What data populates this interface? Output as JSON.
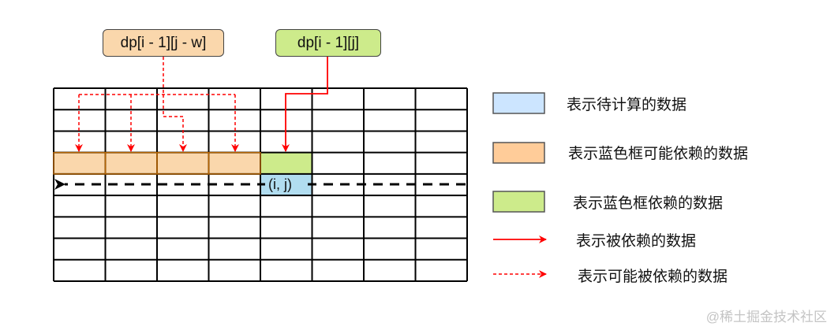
{
  "labels": {
    "prev_row_minus_w": "dp[i - 1][j - w]",
    "prev_row_same_col": "dp[i - 1][j]",
    "current_cell": "(i, j)"
  },
  "grid": {
    "rows": 9,
    "cols": 8,
    "orange_row": 3,
    "orange_cols": [
      0,
      1,
      2,
      3
    ],
    "green_cell": [
      3,
      4
    ],
    "blue_cell": [
      4,
      4
    ]
  },
  "legend": [
    {
      "type": "swatch",
      "color": "#cce5ff",
      "text": "表示待计算的数据"
    },
    {
      "type": "swatch",
      "color": "#ffcc99",
      "text": "表示蓝色框可能依赖的数据"
    },
    {
      "type": "swatch",
      "color": "#cdeb8b",
      "text": "表示蓝色框依赖的数据"
    },
    {
      "type": "solid-arrow",
      "color": "#ff0000",
      "text": "表示被依赖的数据"
    },
    {
      "type": "dashed-arrow",
      "color": "#ff0000",
      "text": "表示可能被依赖的数据"
    }
  ],
  "colors": {
    "orange": "#fad7ac",
    "green": "#cdeb8b",
    "blue": "#b1ddf0",
    "arrow": "#ff0000"
  },
  "watermark": "@稀土掘金技术社区"
}
